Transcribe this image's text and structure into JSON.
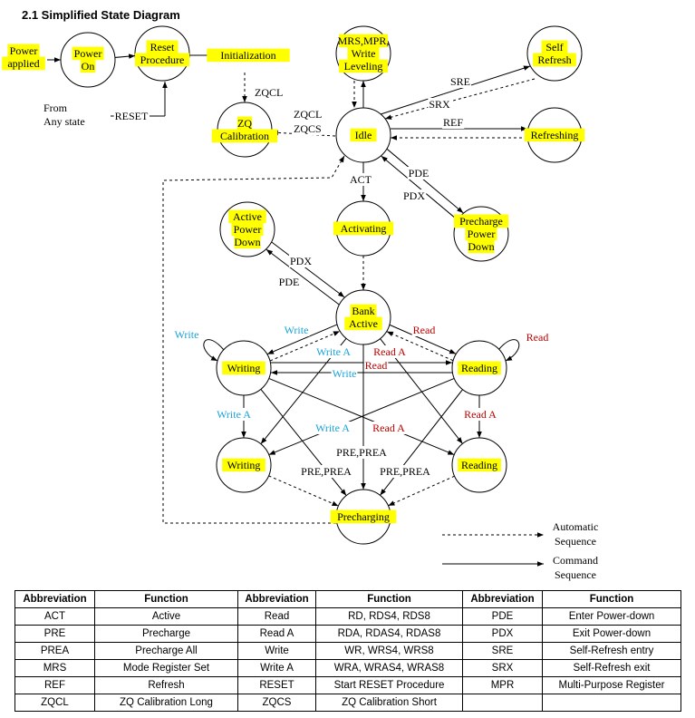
{
  "heading": "2.1 Simplified State Diagram",
  "states": {
    "power_applied": [
      "Power",
      "applied"
    ],
    "power_on": [
      "Power",
      "On"
    ],
    "reset_procedure": [
      "Reset",
      "Procedure"
    ],
    "initialization": [
      "Initialization"
    ],
    "mrs_mpr": [
      "MRS,MPR,",
      "Write",
      "Leveling"
    ],
    "self_refresh": [
      "Self",
      "Refresh"
    ],
    "zq_calibration": [
      "ZQ",
      "Calibration"
    ],
    "idle": [
      "Idle"
    ],
    "refreshing": [
      "Refreshing"
    ],
    "active_power_down": [
      "Active",
      "Power",
      "Down"
    ],
    "activating": [
      "Activating"
    ],
    "precharge_power_down": [
      "Precharge",
      "Power",
      "Down"
    ],
    "bank_active": [
      "Bank",
      "Active"
    ],
    "writing_1": [
      "Writing"
    ],
    "reading_1": [
      "Reading"
    ],
    "writing_2": [
      "Writing"
    ],
    "reading_2": [
      "Reading"
    ],
    "precharging": [
      "Precharging"
    ]
  },
  "labels": {
    "from_any_state": [
      "From",
      "Any state"
    ],
    "reset": "RESET",
    "zqcl_1": "ZQCL",
    "zqcl_2": "ZQCL",
    "zqcs": "ZQCS",
    "sre": "SRE",
    "srx": "SRX",
    "ref": "REF",
    "act": "ACT",
    "pde_1": "PDE",
    "pdx_1": "PDX",
    "pdx_2": "PDX",
    "pde_2": "PDE",
    "write_loop": "Write",
    "write_1": "Write",
    "write_a_1": "Write A",
    "read_a_1": "Read A",
    "read_1": "Read",
    "read_loop": "Read",
    "read_2": "Read",
    "write_2": "Write",
    "write_a_2": "Write A",
    "write_a_3": "Write A",
    "read_a_2": "Read A",
    "read_a_3": "Read A",
    "pre_prea_1": "PRE,PREA",
    "pre_prea_2": "PRE,PREA",
    "pre_prea_3": "PRE,PREA"
  },
  "legend": {
    "automatic": [
      "Automatic",
      "Sequence"
    ],
    "command": [
      "Command",
      "Sequence"
    ]
  },
  "colors": {
    "highlight": "#ffff00",
    "write": "#1aa3d9",
    "read": "#c00000"
  },
  "table": {
    "headers": [
      "Abbreviation",
      "Function",
      "Abbreviation",
      "Function",
      "Abbreviation",
      "Function"
    ],
    "rows": [
      [
        "ACT",
        "Active",
        "Read",
        "RD, RDS4, RDS8",
        "PDE",
        "Enter Power-down"
      ],
      [
        "PRE",
        "Precharge",
        "Read A",
        "RDA, RDAS4, RDAS8",
        "PDX",
        "Exit Power-down"
      ],
      [
        "PREA",
        "Precharge All",
        "Write",
        "WR, WRS4, WRS8",
        "SRE",
        "Self-Refresh entry"
      ],
      [
        "MRS",
        "Mode Register Set",
        "Write A",
        "WRA, WRAS4, WRAS8",
        "SRX",
        "Self-Refresh exit"
      ],
      [
        "REF",
        "Refresh",
        "RESET",
        "Start RESET Procedure",
        "MPR",
        "Multi-Purpose Register"
      ],
      [
        "ZQCL",
        "ZQ Calibration Long",
        "ZQCS",
        "ZQ Calibration Short",
        "",
        ""
      ]
    ]
  }
}
